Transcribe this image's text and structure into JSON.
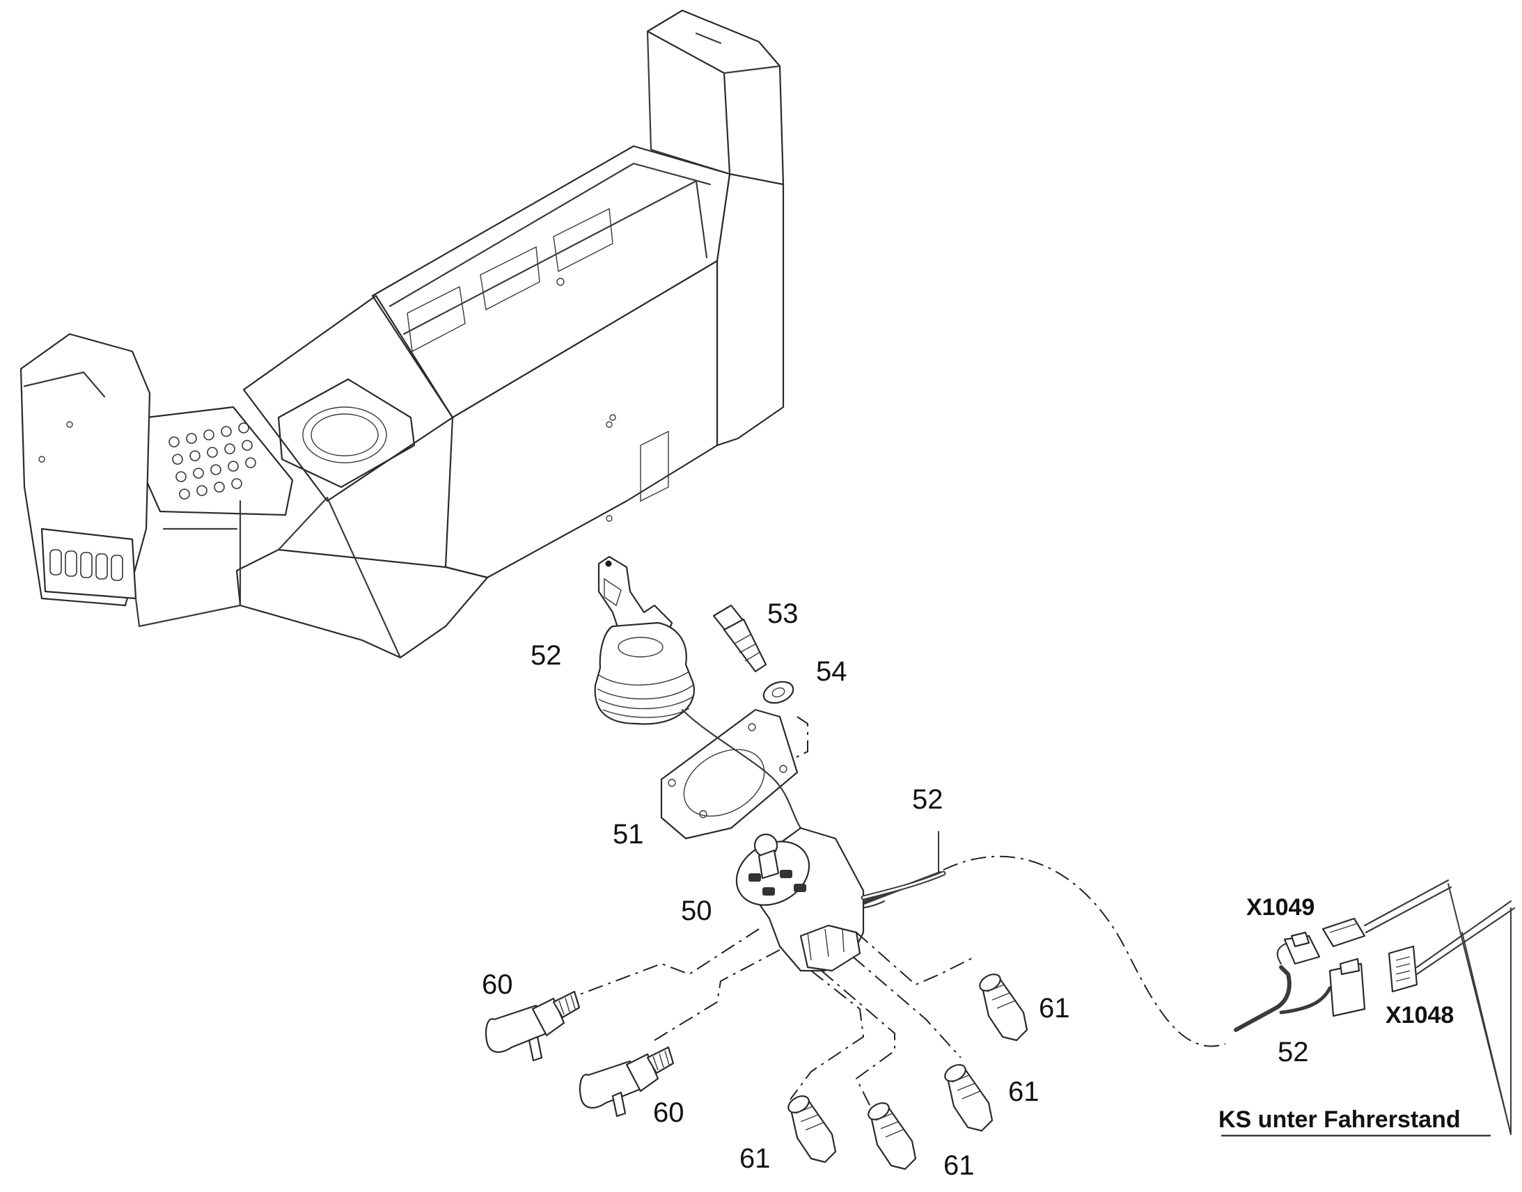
{
  "callouts": {
    "c52_boot": "52",
    "c53": "53",
    "c54": "54",
    "c52_cable": "52",
    "c51": "51",
    "c50": "50",
    "c60_a": "60",
    "c60_b": "60",
    "c61_a": "61",
    "c61_b": "61",
    "c61_c": "61",
    "c61_d": "61",
    "c52_harness": "52"
  },
  "connectors": {
    "x1049": "X1049",
    "x1048": "X1048"
  },
  "note": "KS unter Fahrerstand"
}
